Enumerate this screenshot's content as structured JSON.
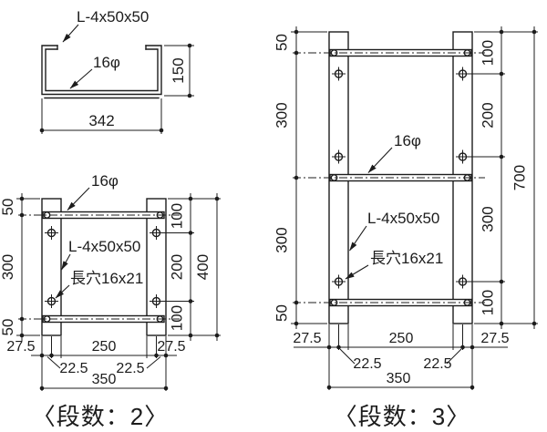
{
  "section_view": {
    "angle_label": "L-4x50x50",
    "bar_label": "16φ",
    "width_dim": "342",
    "height_dim": "150"
  },
  "two_step_view": {
    "bar_label": "16φ",
    "angle_label": "L-4x50x50",
    "slot_label": "長穴16x21",
    "left_dims": [
      "50",
      "300",
      "50"
    ],
    "right_dims": [
      "100",
      "200",
      "100"
    ],
    "overall_height": "400",
    "bottom_dims": [
      "27.5",
      "250",
      "27.5"
    ],
    "inset_dims": [
      "22.5",
      "22.5"
    ],
    "overall_width": "350",
    "caption": "〈段数：2〉"
  },
  "three_step_view": {
    "bar_label": "16φ",
    "angle_label": "L-4x50x50",
    "slot_label": "長穴16x21",
    "left_dims": [
      "50",
      "300",
      "300",
      "50"
    ],
    "right_dims": [
      "100",
      "200",
      "300",
      "100"
    ],
    "overall_height": "700",
    "bottom_dims": [
      "27.5",
      "250",
      "27.5"
    ],
    "inset_dims": [
      "22.5",
      "22.5"
    ],
    "overall_width": "350",
    "caption": "〈段数：3〉"
  },
  "colors": {
    "line": "#1c1c1c",
    "background": "#ffffff"
  }
}
